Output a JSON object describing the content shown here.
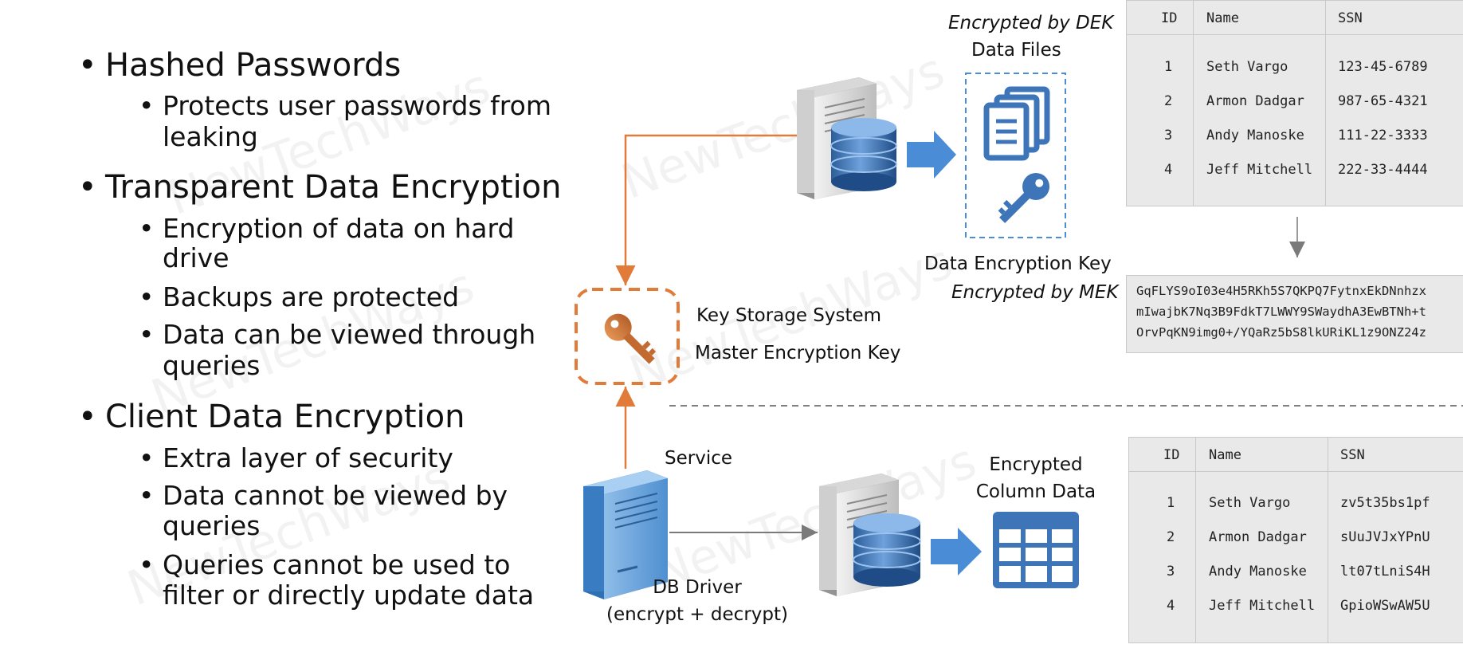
{
  "bullets": [
    {
      "title": "Hashed Passwords",
      "sub": [
        [
          "Protects user passwords from",
          "leaking"
        ]
      ]
    },
    {
      "title": "Transparent Data Encryption",
      "sub": [
        [
          "Encryption of data on hard",
          "drive"
        ],
        [
          "Backups are protected"
        ],
        [
          "Data can be viewed through",
          "queries"
        ]
      ]
    },
    {
      "title": "Client Data Encryption",
      "sub": [
        [
          "Extra layer of security"
        ],
        [
          "Data cannot be viewed by",
          "queries"
        ],
        [
          "Queries cannot be used to",
          "filter or directly update data"
        ]
      ]
    }
  ],
  "labels": {
    "encrypted_by_dek": "Encrypted by DEK",
    "data_files": "Data Files",
    "data_encryption_key": "Data Encryption Key",
    "encrypted_by_mek": "Encrypted by MEK",
    "key_storage_system": "Key Storage System",
    "master_encryption_key": "Master Encryption Key",
    "service": "Service",
    "db_driver": "DB Driver",
    "encrypt_decrypt": "(encrypt + decrypt)",
    "encrypted": "Encrypted",
    "column_data": "Column Data"
  },
  "table_top": {
    "headers": [
      "ID",
      "Name",
      "SSN"
    ],
    "rows": [
      [
        "1",
        "Seth Vargo",
        "123-45-6789"
      ],
      [
        "2",
        "Armon Dadgar",
        "987-65-4321"
      ],
      [
        "3",
        "Andy Manoske",
        "111-22-3333"
      ],
      [
        "4",
        "Jeff Mitchell",
        "222-33-4444"
      ]
    ]
  },
  "cipher_lines": [
    "GqFLYS9oI03e4H5RKh5S7QKPQ7FytnxEkDNnhzx",
    "mIwajbK7Nq3B9FdkT7LWWY9SWaydhA3EwBTNh+t",
    "OrvPqKN9img0+/YQaRz5bS8lkURiKL1z9ONZ24z"
  ],
  "table_bottom": {
    "headers": [
      "ID",
      "Name",
      "SSN"
    ],
    "rows": [
      [
        "1",
        "Seth Vargo",
        "zv5t35bs1pf"
      ],
      [
        "2",
        "Armon Dadgar",
        "sUuJVJxYPnU"
      ],
      [
        "3",
        "Andy Manoske",
        "lt07tLniS4H"
      ],
      [
        "4",
        "Jeff Mitchell",
        "GpioWSwAW5U"
      ]
    ]
  },
  "watermark": "NewTechWays",
  "colors": {
    "orange": "#e07b39",
    "blue": "#3e74b8",
    "arrow_blue": "#4a8cd6"
  }
}
